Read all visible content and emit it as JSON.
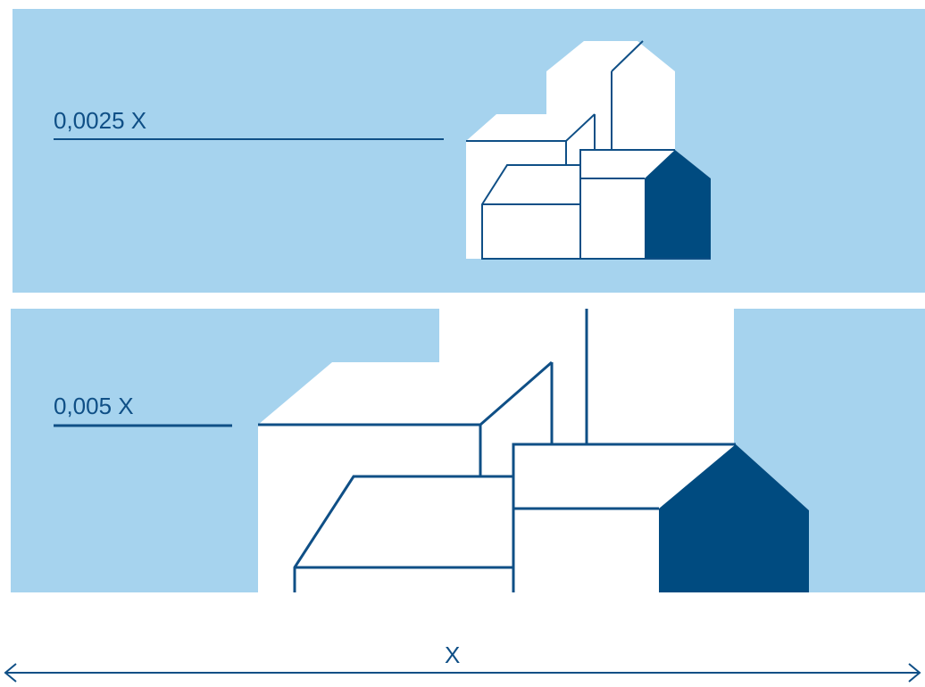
{
  "diagram": {
    "panels": [
      {
        "id": "top",
        "scale_label": "0,0025 X"
      },
      {
        "id": "bottom",
        "scale_label": "0,005 X"
      }
    ],
    "axis_label": "X",
    "colors": {
      "sky": "#a6d3ee",
      "building_fill": "#ffffff",
      "outline": "#0f4f86",
      "accent_roof": "#004b80",
      "text": "#0f4f86"
    }
  }
}
